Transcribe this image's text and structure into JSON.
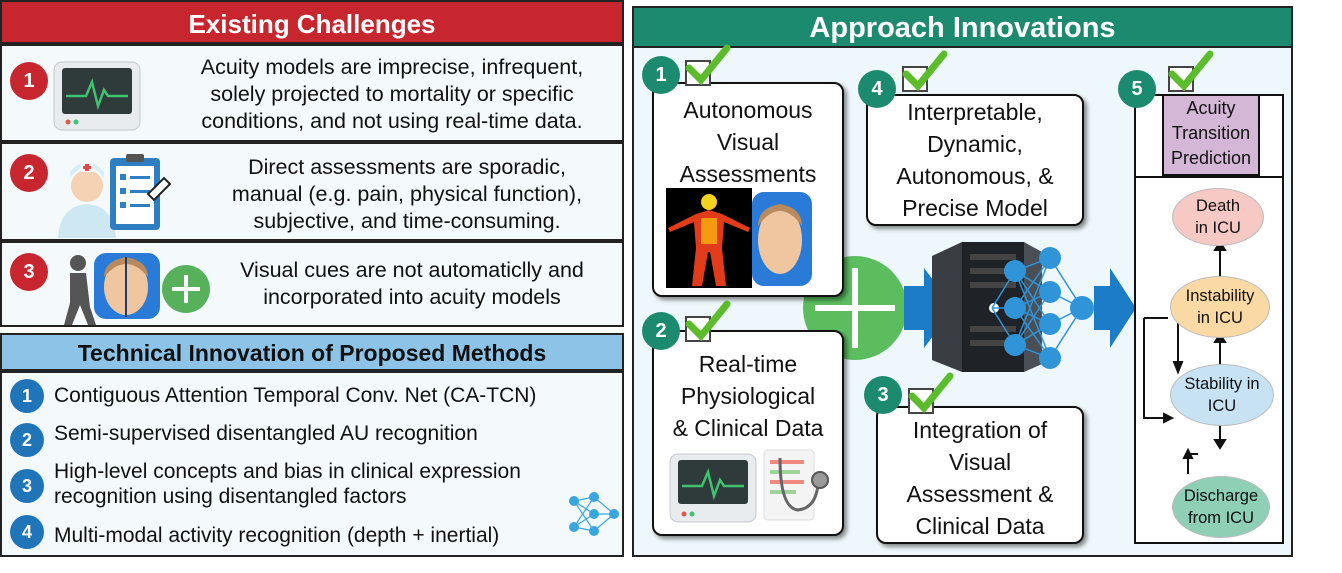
{
  "left": {
    "header": "Existing Challenges",
    "challenges": [
      {
        "num": "1",
        "text_lines": [
          "Acuity models are imprecise, infrequent,",
          "solely projected to mortality or specific",
          "conditions, and not using real-time data."
        ],
        "icon": "monitor-icon"
      },
      {
        "num": "2",
        "text_lines": [
          "Direct assessments are sporadic,",
          "manual (e.g. pain, physical function),",
          "subjective, and time-consuming."
        ],
        "icon": "nurse-clipboard-icon"
      },
      {
        "num": "3",
        "text_lines": [
          "Visual cues are not automaticlly and",
          "incorporated into acuity models"
        ],
        "icon": "patient-face-plus-icon"
      }
    ],
    "tech_header": "Technical Innovation of Proposed Methods",
    "tech_items": [
      {
        "num": "1",
        "lines": [
          "Contiguous Attention Temporal Conv. Net (CA-TCN)"
        ]
      },
      {
        "num": "2",
        "lines": [
          "Semi-supervised disentangled AU recognition"
        ]
      },
      {
        "num": "3",
        "lines": [
          "High-level concepts and bias in clinical expression",
          "recognition using disentangled factors"
        ]
      },
      {
        "num": "4",
        "lines": [
          "Multi-modal activity recognition (depth + inertial)"
        ]
      }
    ]
  },
  "right": {
    "header": "Approach Innovations",
    "cards": [
      {
        "num": "1",
        "lines": [
          "Autonomous",
          "Visual",
          "Assessments"
        ]
      },
      {
        "num": "2",
        "lines": [
          "Real-time",
          "Physiological",
          "& Clinical Data"
        ]
      },
      {
        "num": "4",
        "lines": [
          "Interpretable,",
          "Dynamic,",
          "Autonomous, &",
          "Precise Model"
        ]
      },
      {
        "num": "3",
        "lines": [
          "Integration of",
          "Visual",
          "Assessment &",
          "Clinical Data"
        ]
      }
    ],
    "prediction": {
      "num": "5",
      "title_lines": [
        "Acuity",
        "Transition",
        "Prediction"
      ],
      "states": [
        {
          "lines": [
            "Death",
            "in ICU"
          ],
          "color": "#f7c9c4"
        },
        {
          "lines": [
            "Instability",
            "in ICU"
          ],
          "color": "#fbd9a4"
        },
        {
          "lines": [
            "Stability in",
            "ICU"
          ],
          "color": "#c7e2f3"
        },
        {
          "lines": [
            "Discharge",
            "from ICU"
          ],
          "color": "#8ecfb6"
        }
      ]
    }
  },
  "colors": {
    "red": "#c8262e",
    "blue": "#1f75b8",
    "green": "#1c8a6f",
    "light_blue": "#8ec3e8",
    "purple_title": "#d4b7d6"
  }
}
